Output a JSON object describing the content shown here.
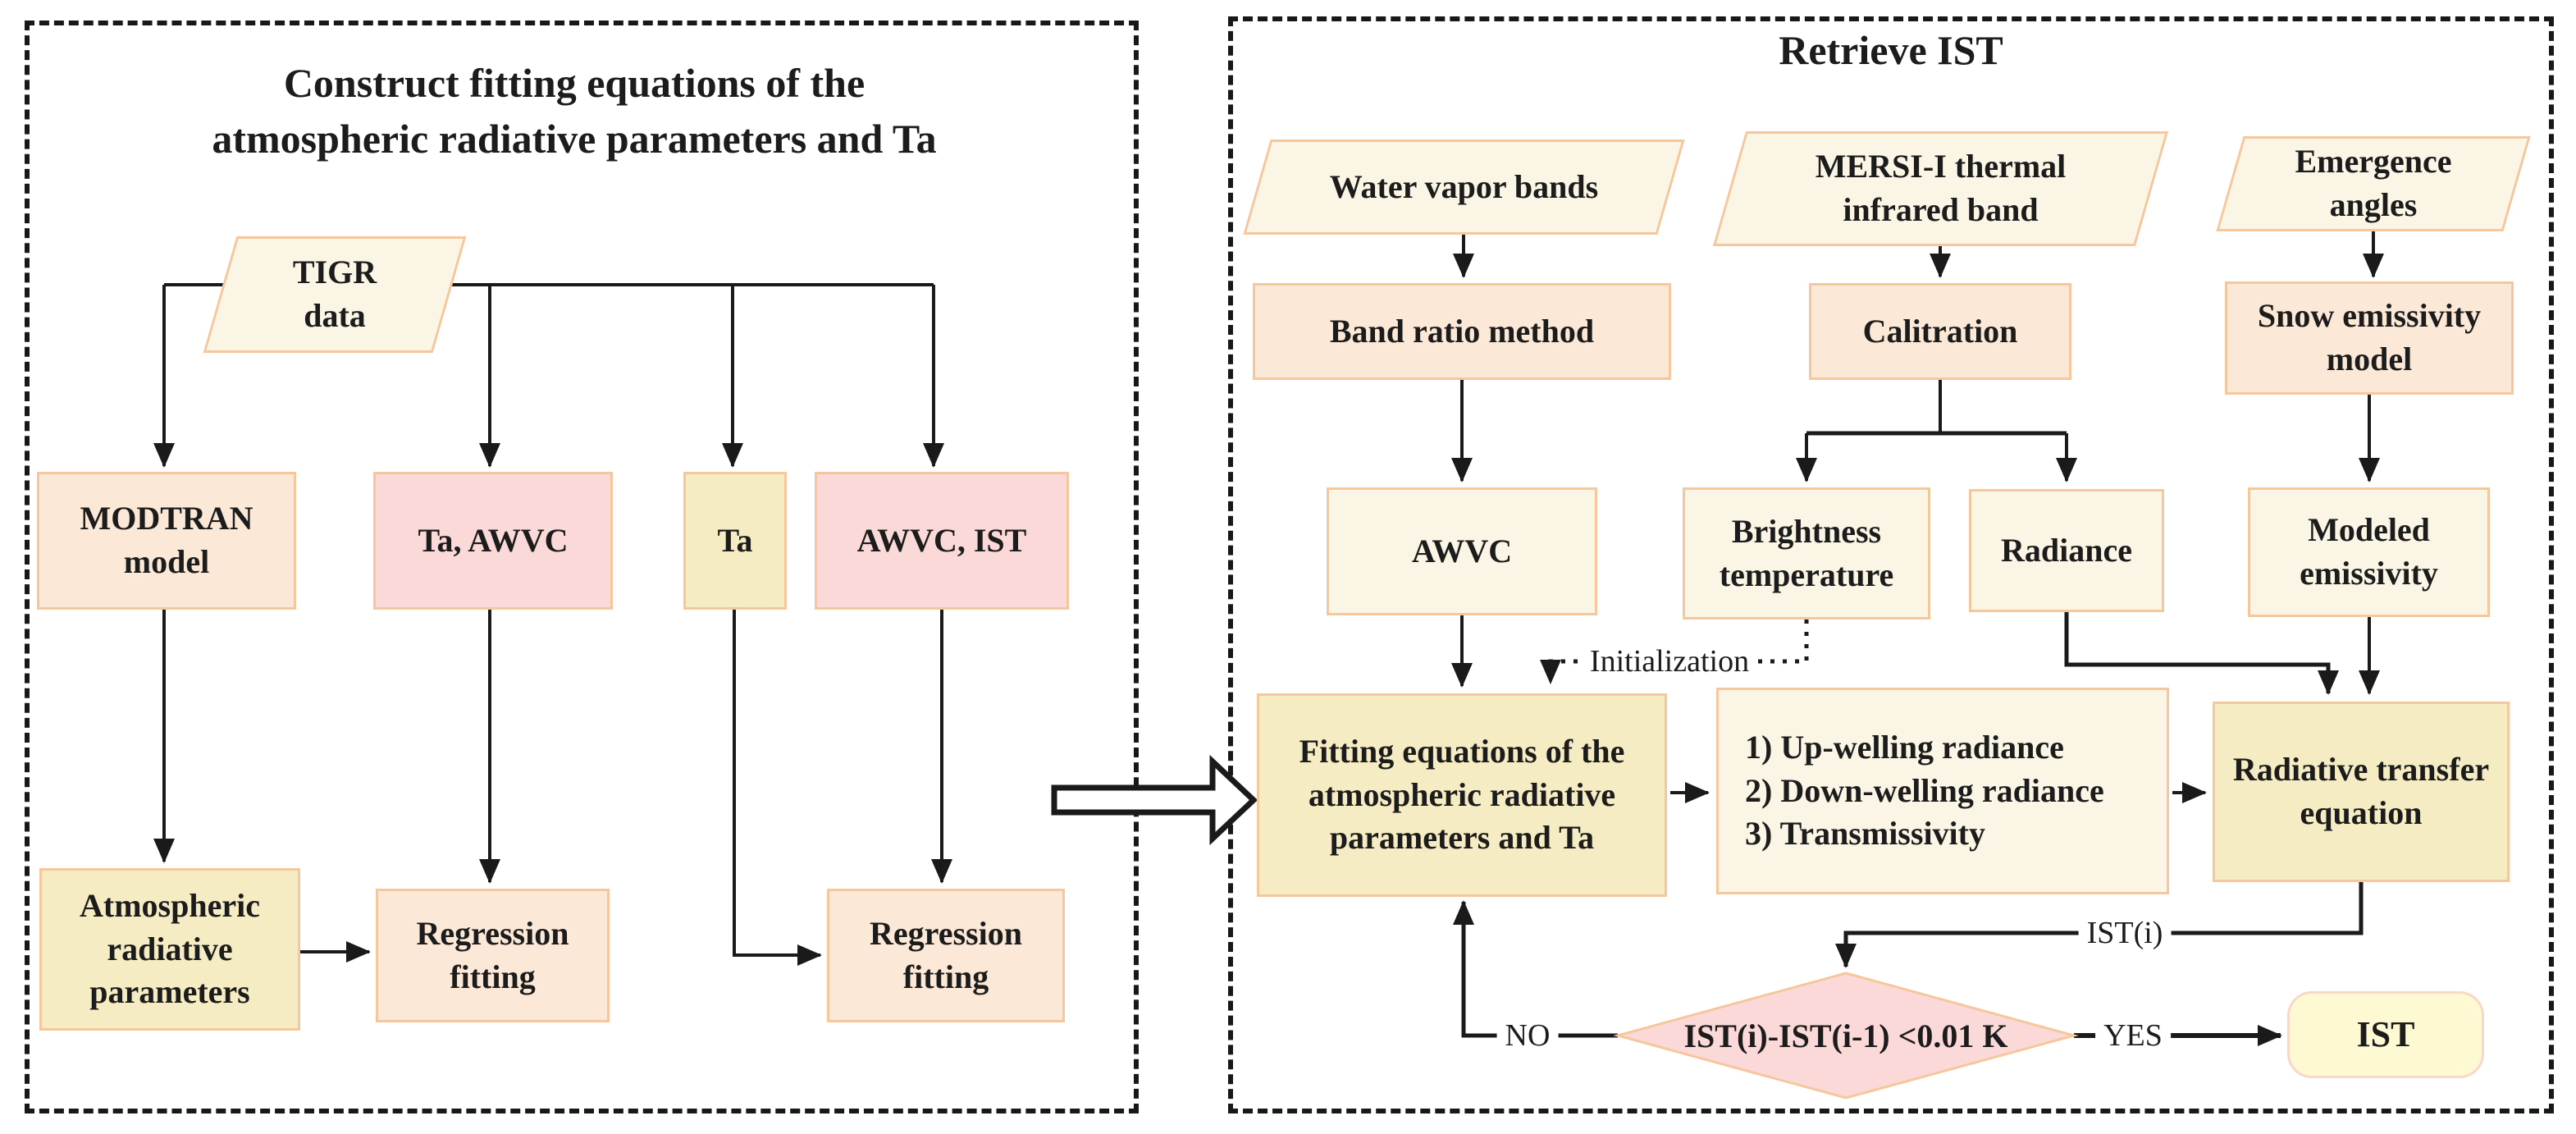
{
  "palette": {
    "cream": "#fbf5e5",
    "peach": "#fce8d6",
    "pink": "#fbd9d8",
    "yellow": "#f6ecc3",
    "pale_yellow": "#fdf9d2",
    "border_orange": "#f6c79c",
    "border_soft": "#f8d8c6",
    "line": "#1a1a1a"
  },
  "left_panel": {
    "title": "Construct fitting equations of the\natmospheric radiative parameters and Ta",
    "nodes": {
      "tigr": "TIGR\ndata",
      "modtran": "MODTRAN\nmodel",
      "ta_awvc": "Ta, AWVC",
      "ta": "Ta",
      "awvc_ist": "AWVC, IST",
      "atm_params": "Atmospheric\nradiative\nparameters",
      "regression1": "Regression\nfitting",
      "regression2": "Regression\nfitting"
    }
  },
  "right_panel": {
    "title": "Retrieve IST",
    "nodes": {
      "water_vapor": "Water vapor bands",
      "mersi": "MERSI-I thermal\ninfrared band",
      "emergence": "Emergence\nangles",
      "band_ratio": "Band ratio method",
      "calibration": "Calitration",
      "snow_emissivity": "Snow emissivity\nmodel",
      "awvc": "AWVC",
      "brightness_temp": "Brightness\ntemperature",
      "radiance": "Radiance",
      "modeled_emissivity": "Modeled\nemissivity",
      "fitting_eq": "Fitting equations of the\natmospheric radiative\nparameters and Ta",
      "rt_outputs": "1) Up-welling radiance\n2) Down-welling radiance\n3) Transmissivity",
      "rte": "Radiative transfer\nequation",
      "decision": "IST(i)-IST(i-1) <0.01 K",
      "ist": "IST"
    },
    "labels": {
      "initialization": "Initialization",
      "ist_i": "IST(i)",
      "no": "NO",
      "yes": "YES"
    }
  }
}
